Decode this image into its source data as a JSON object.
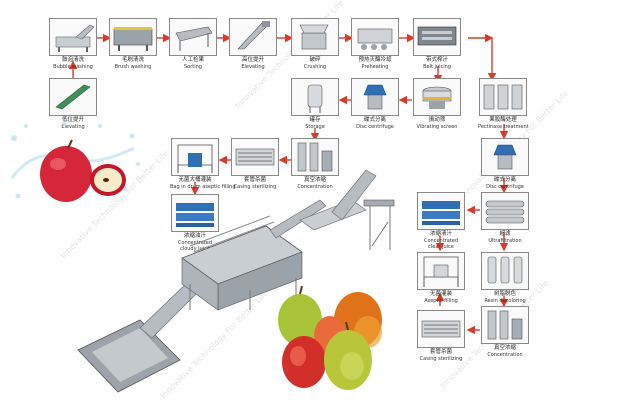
{
  "steps": [
    {
      "id": "bubble",
      "cn": "鼓泡清洗",
      "en": "Bubble washing"
    },
    {
      "id": "brush",
      "cn": "毛刷清洗",
      "en": "Brush washing"
    },
    {
      "id": "sorting",
      "cn": "人工检果",
      "en": "Sorting"
    },
    {
      "id": "elev2",
      "cn": "高位提升",
      "en": "Elevating"
    },
    {
      "id": "crushing",
      "cn": "破碎",
      "en": "Crushing"
    },
    {
      "id": "preheat",
      "cn": "预热灭酶冷却",
      "en": "Preheating"
    },
    {
      "id": "belt",
      "cn": "带式榨汁",
      "en": "Belt juicing"
    },
    {
      "id": "elev1",
      "cn": "低位提升",
      "en": "Elevating"
    },
    {
      "id": "storage",
      "cn": "罐存",
      "en": "Storage"
    },
    {
      "id": "disc1",
      "cn": "碟式分离",
      "en": "Disc centrifuge"
    },
    {
      "id": "vib",
      "cn": "振动筛",
      "en": "Vibrating screen"
    },
    {
      "id": "pectin",
      "cn": "果胶酶处理",
      "en": "Pectinase treatment"
    },
    {
      "id": "bagdrum",
      "cn": "无菌大桶灌装",
      "en": "Bag in drum aseptic filling"
    },
    {
      "id": "casing1",
      "cn": "套管杀菌",
      "en": "Casing sterilizing"
    },
    {
      "id": "conc1",
      "cn": "真空浓缩",
      "en": "Concentration"
    },
    {
      "id": "disc2",
      "cn": "碟式分离",
      "en": "Disc centrifuge"
    },
    {
      "id": "cloudy",
      "cn": "浓缩浊汁",
      "en": "Concentrated",
      "en2": "cloudy juice"
    },
    {
      "id": "ultra",
      "cn": "超滤",
      "en": "Ultrafiltration"
    },
    {
      "id": "clear",
      "cn": "浓缩清汁",
      "en": "Concentrated",
      "en2": "clear juice"
    },
    {
      "id": "aseptic",
      "cn": "无菌灌装",
      "en": "Aseptic filling"
    },
    {
      "id": "resin",
      "cn": "树脂脱色",
      "en": "Resin decoloring"
    },
    {
      "id": "casing2",
      "cn": "套管杀菌",
      "en": "Casing sterilizing"
    },
    {
      "id": "conc2",
      "cn": "真空浓缩",
      "en": "Concentration"
    }
  ],
  "watermark": "Innovative Technology For Better Life",
  "colors": {
    "arrow": "#d93a2b",
    "tank": "#2f6fb5",
    "steel": "#b7bcc2"
  }
}
